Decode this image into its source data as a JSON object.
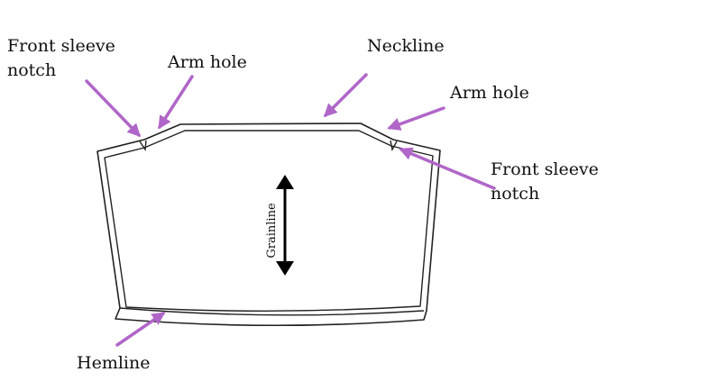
{
  "colors": {
    "arrow": "#b066c8",
    "line": "#222222",
    "grainline": "#000000",
    "background": "#ffffff"
  },
  "labels": {
    "front_sleeve_notch_left_1": "Front sleeve",
    "front_sleeve_notch_left_2": "notch",
    "arm_hole_left": "Arm hole",
    "neckline": "Neckline",
    "arm_hole_right": "Arm hole",
    "front_sleeve_notch_right_1": "Front sleeve",
    "front_sleeve_notch_right_2": "notch",
    "hemline": "Hemline",
    "grainline": "Grainline"
  }
}
